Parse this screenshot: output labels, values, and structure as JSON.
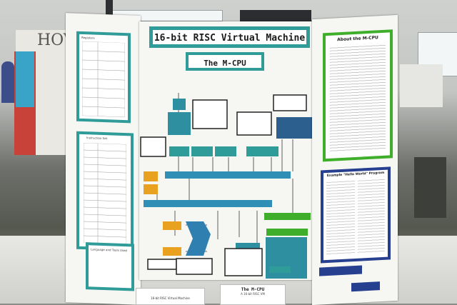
{
  "board": {
    "title": "16-bit RISC Virtual Machine",
    "subtitle": "The M-CPU",
    "left_top_heading": "Registers",
    "left_mid_heading": "Instruction Set",
    "left_bottom_heading": "Language and Tools Used",
    "right_heading": "About the M-CPU",
    "right_program_heading": "Example \"Hello World\" Program"
  },
  "hall_sign": "HOV",
  "table_cards": {
    "left": "16-bit RISC Virtual Machine",
    "center_title": "The M-CPU",
    "center_sub": "A 16-bit RISC VM"
  },
  "colors": {
    "teal": "#2f9c9a",
    "blue": "#2c6fa3",
    "navy": "#273f8f",
    "green": "#3fae2a",
    "orange": "#e8a21f",
    "board_white": "#f6f6f3"
  }
}
